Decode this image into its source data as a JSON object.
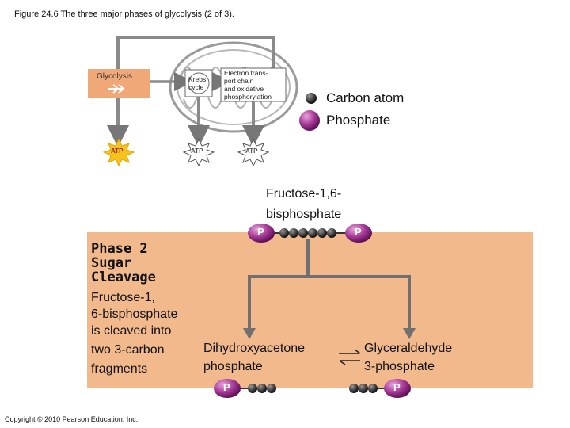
{
  "figure": {
    "title": "Figure 24.6 The three major phases of glycolysis (2 of 3).",
    "copyright": "Copyright © 2010 Pearson Education, Inc."
  },
  "overview": {
    "glycolysis": "Glycolysis",
    "krebs_line1": "Krebs",
    "krebs_line2": "cycle",
    "etc_line1": "Electron trans-",
    "etc_line2": "port chain",
    "etc_line3": "and oxidative",
    "etc_line4": "phosphorylation",
    "atp_label": "ATP"
  },
  "legend": {
    "carbon": "Carbon atom",
    "phosphate": "Phosphate"
  },
  "molecules": {
    "fbp_line1": "Fructose-1,6-",
    "fbp_line2": "bisphosphate",
    "phosphate_symbol": "P",
    "dhap_line1": "Dihydroxyacetone",
    "dhap_line2": "phosphate",
    "g3p_line1": "Glyceraldehyde",
    "g3p_line2": "3-phosphate"
  },
  "phase": {
    "line1": "Phase 2",
    "line2": "Sugar",
    "line3": "Cleavage",
    "desc1": "Fructose-1,",
    "desc2": "6-bisphosphate",
    "desc3": "is cleaved into",
    "desc4": "two 3-carbon",
    "desc5": "fragments"
  },
  "colors": {
    "phase_panel": "#f2b98c",
    "glycolysis_box": "#f0a878",
    "phosphate": "#8a1f7d",
    "carbon": "#3b3b3b",
    "atp_burst": "#f7c21b"
  }
}
